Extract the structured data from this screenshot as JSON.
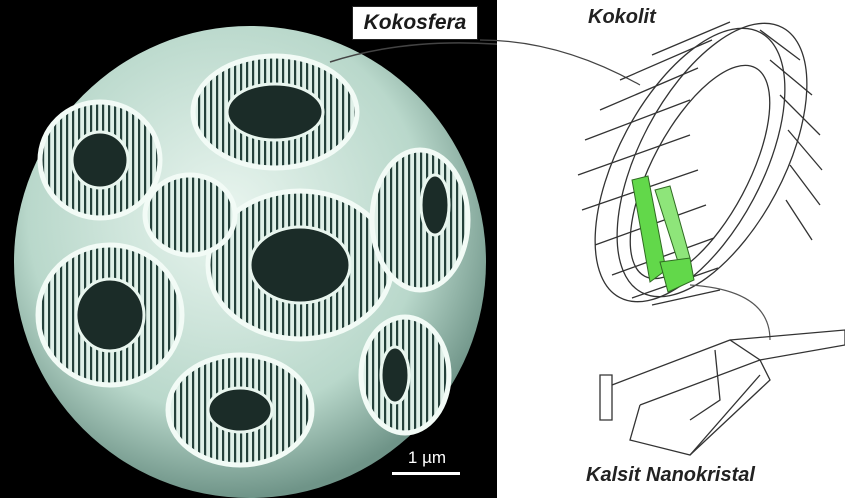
{
  "labels": {
    "coccosphere": "Kokosfera",
    "coccolith": "Kokolit",
    "nanocrystal": "Kalsit Nanokristal",
    "scale": "1 µm"
  },
  "colors": {
    "sem_tint": "#cfe6dc",
    "sem_dark": "#1c2f2a",
    "crystal_highlight": "#62d84a",
    "outline": "#333333"
  }
}
